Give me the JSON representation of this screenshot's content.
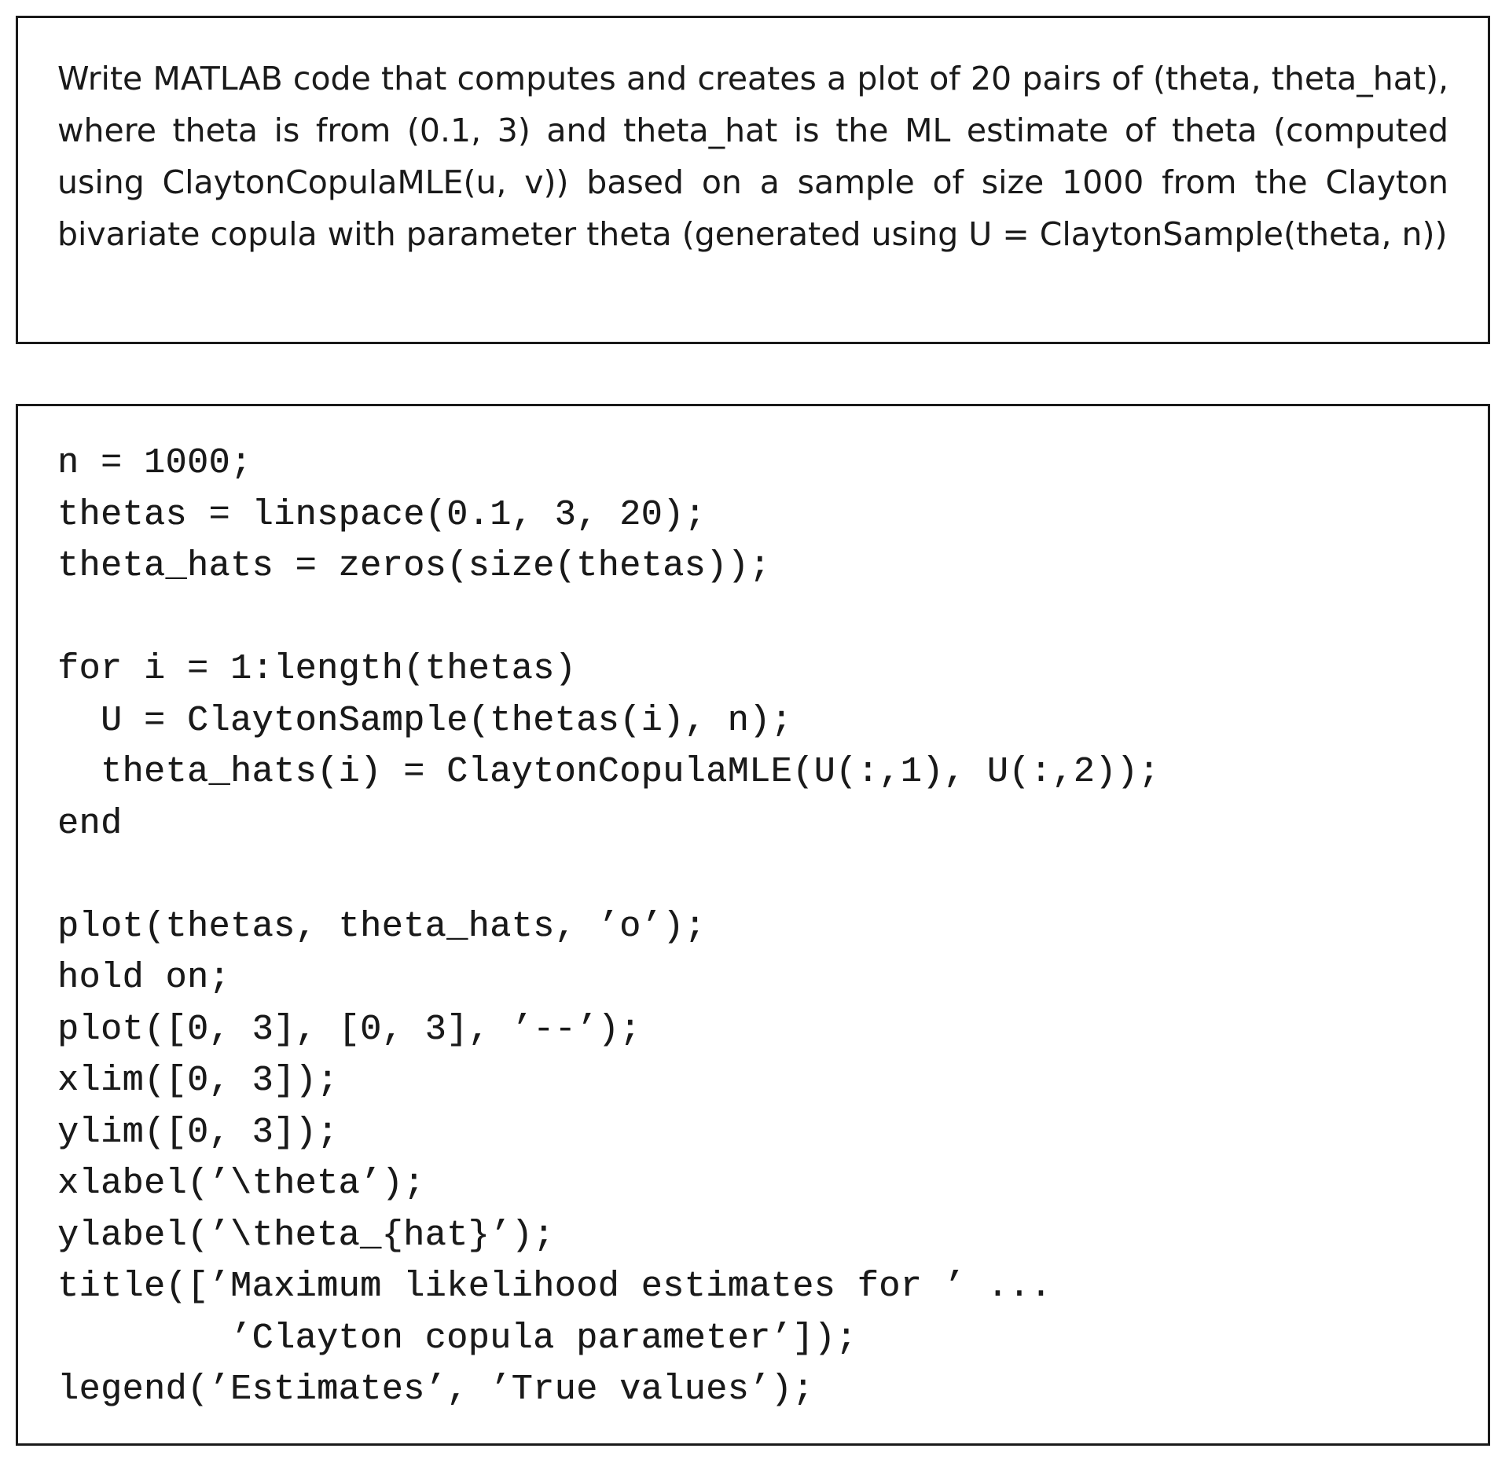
{
  "prompt": {
    "text": "Write MATLAB code that computes and creates a plot of 20 pairs of (theta, theta_hat), where theta is from (0.1, 3) and theta_hat is the ML estimate of theta (computed using ClaytonCopulaMLE(u, v)) based on a sample of size 1000 from the Clayton bivariate copula with parameter theta (generated using U = ClaytonSample(theta, n))"
  },
  "code": {
    "lines": [
      "n = 1000;",
      "thetas = linspace(0.1, 3, 20);",
      "theta_hats = zeros(size(thetas));",
      "",
      "for i = 1:length(thetas)",
      "  U = ClaytonSample(thetas(i), n);",
      "  theta_hats(i) = ClaytonCopulaMLE(U(:,1), U(:,2));",
      "end",
      "",
      "plot(thetas, theta_hats, ’o’);",
      "hold on;",
      "plot([0, 3], [0, 3], ’--’);",
      "xlim([0, 3]);",
      "ylim([0, 3]);",
      "xlabel(’\\theta’);",
      "ylabel(’\\theta_{hat}’);",
      "title([’Maximum likelihood estimates for ’ ...",
      "        ’Clayton copula parameter’]);",
      "legend(’Estimates’, ’True values’);"
    ]
  }
}
